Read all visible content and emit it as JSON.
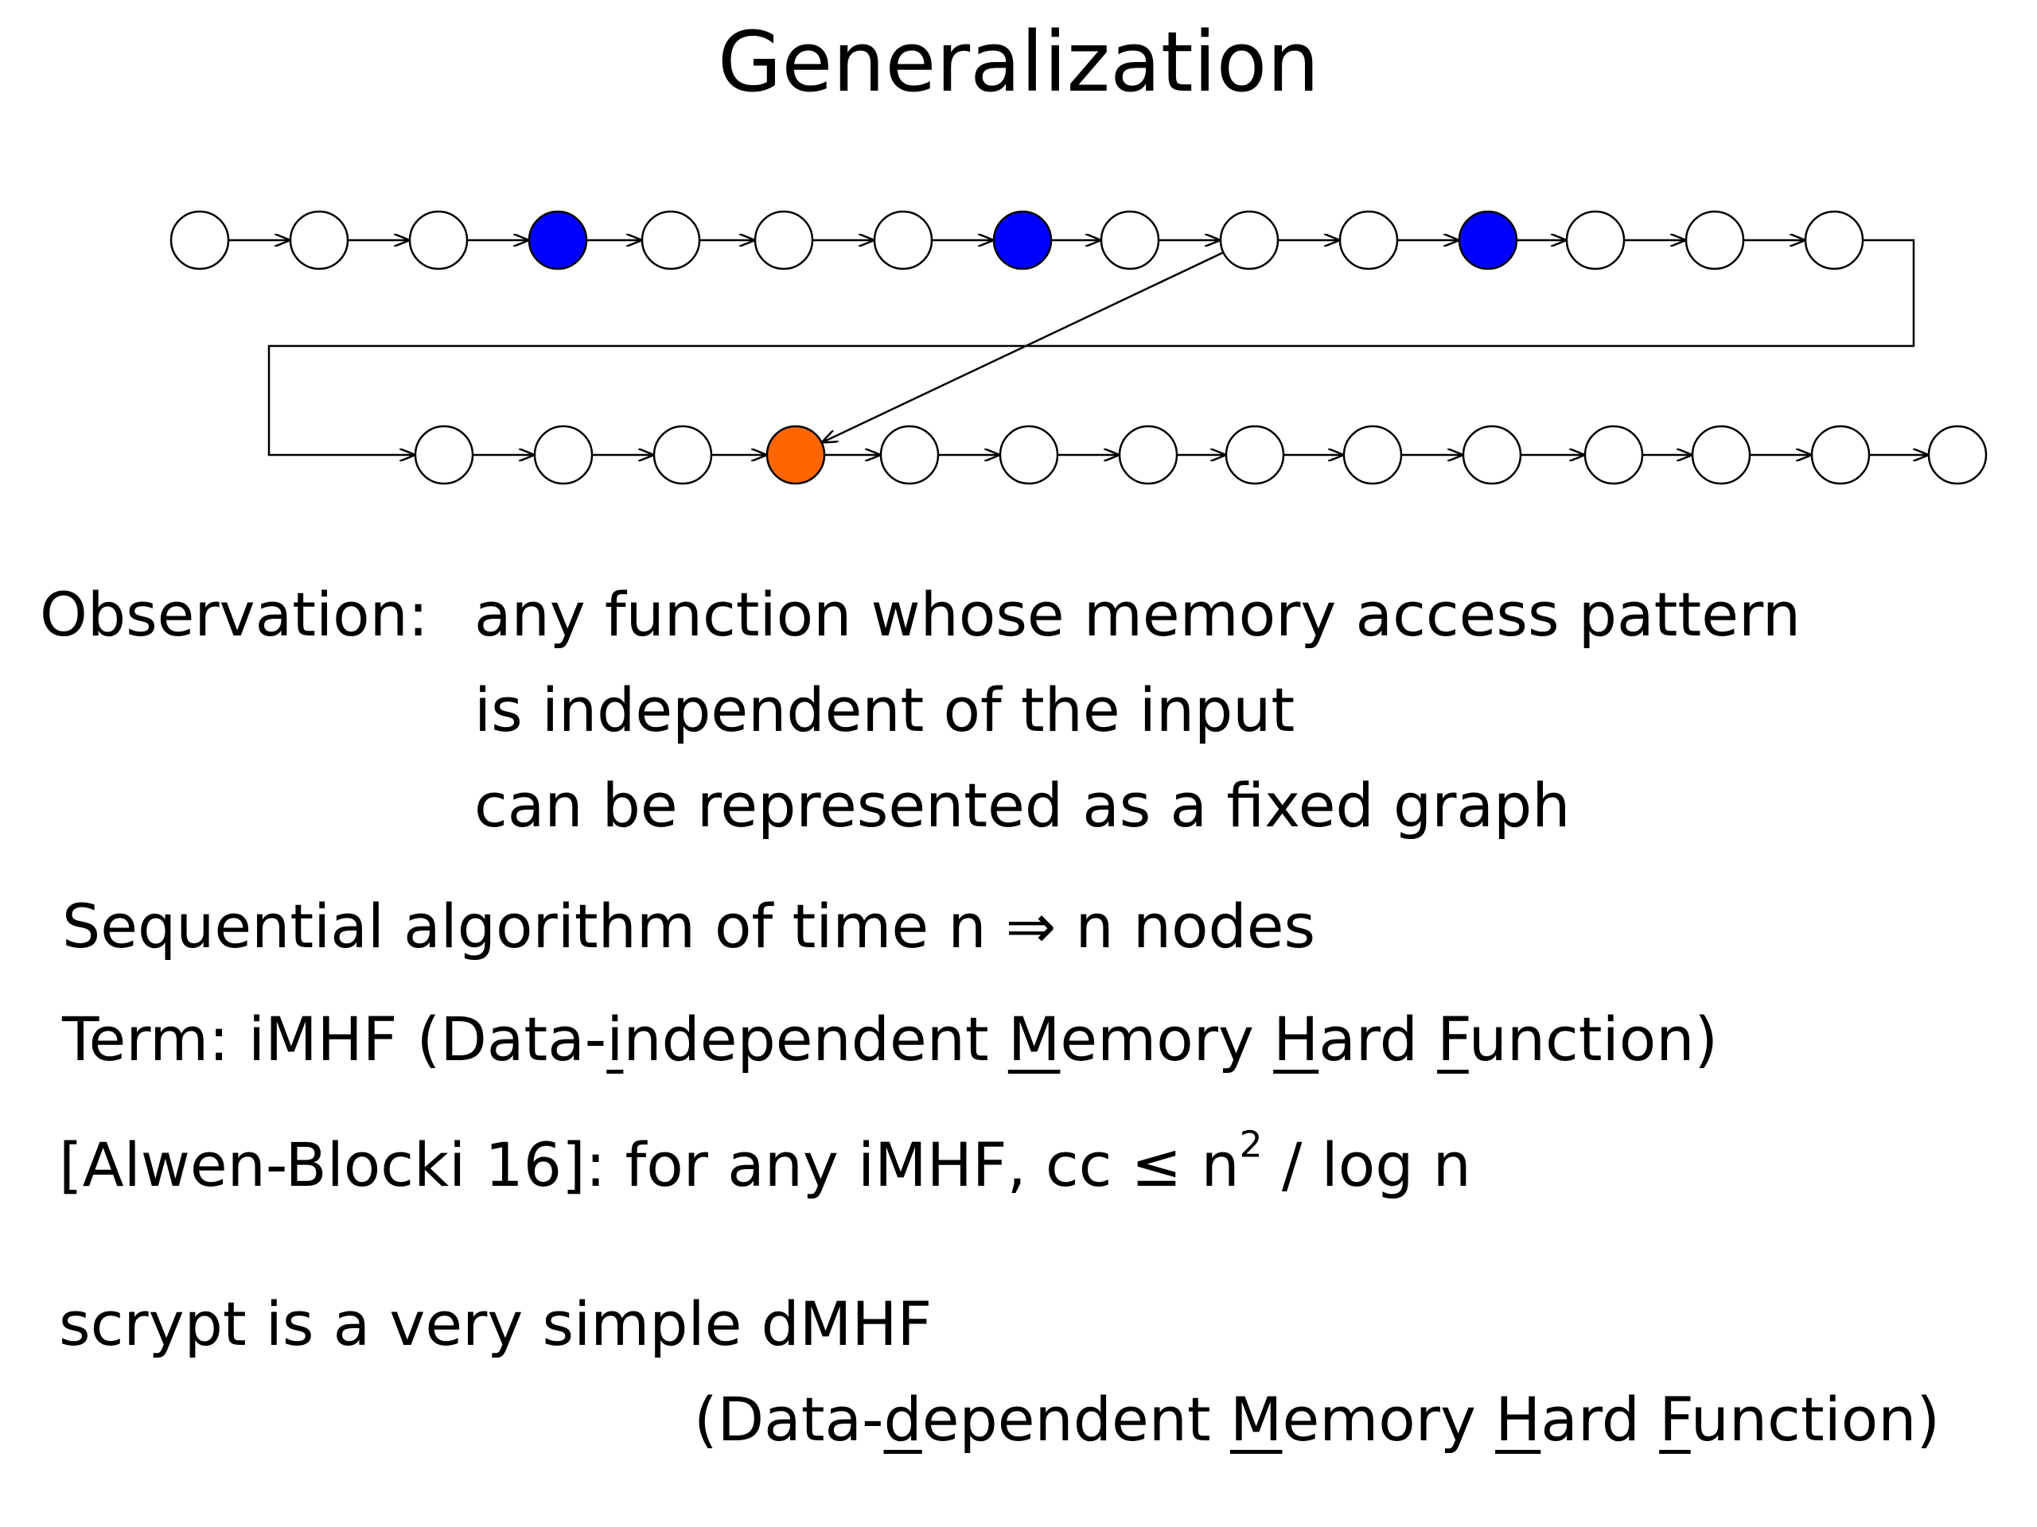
{
  "title": "Generalization",
  "graph": {
    "row1_node_colors": [
      "white",
      "white",
      "white",
      "blue",
      "white",
      "white",
      "white",
      "blue",
      "white",
      "white",
      "white",
      "blue",
      "white",
      "white",
      "white"
    ],
    "row2_node_colors": [
      "white",
      "white",
      "white",
      "orange",
      "white",
      "white",
      "white",
      "white",
      "white",
      "white",
      "white",
      "white",
      "white",
      "white"
    ],
    "colors": {
      "blue": "#0000ff",
      "orange": "#ff6600",
      "white": "#ffffff",
      "stroke": "#000000"
    },
    "long_edge": {
      "from_row": 1,
      "from_node": 10,
      "to_row": 2,
      "to_node": 4
    }
  },
  "observation": {
    "label": "Observation:",
    "lines": [
      "any function whose memory access pattern",
      "is independent of the input",
      "can be represented as a fixed graph"
    ]
  },
  "sequential": {
    "text": "Sequential algorithm of time n",
    "arrow": "⇒",
    "tail": "n nodes"
  },
  "term": {
    "prefix": "Term: iMHF (Data-",
    "i": "i",
    "ndependent": "ndependent ",
    "M": "M",
    "emory": "emory ",
    "H": "H",
    "ard": "ard ",
    "F": "F",
    "unction": "unction)"
  },
  "alwen": {
    "prefix": "[Alwen-Blocki 16]: for any iMHF, cc",
    "leq": "≤",
    "n": "n",
    "exp": "2",
    "suffix": "/ log n"
  },
  "scrypt": {
    "line1": "scrypt is a very simple dMHF",
    "open": "(Data-",
    "d": "d",
    "ependent": "ependent ",
    "M": "M",
    "emory": "emory ",
    "H": "H",
    "ard": "ard ",
    "F": "F",
    "unction": "unction)"
  }
}
